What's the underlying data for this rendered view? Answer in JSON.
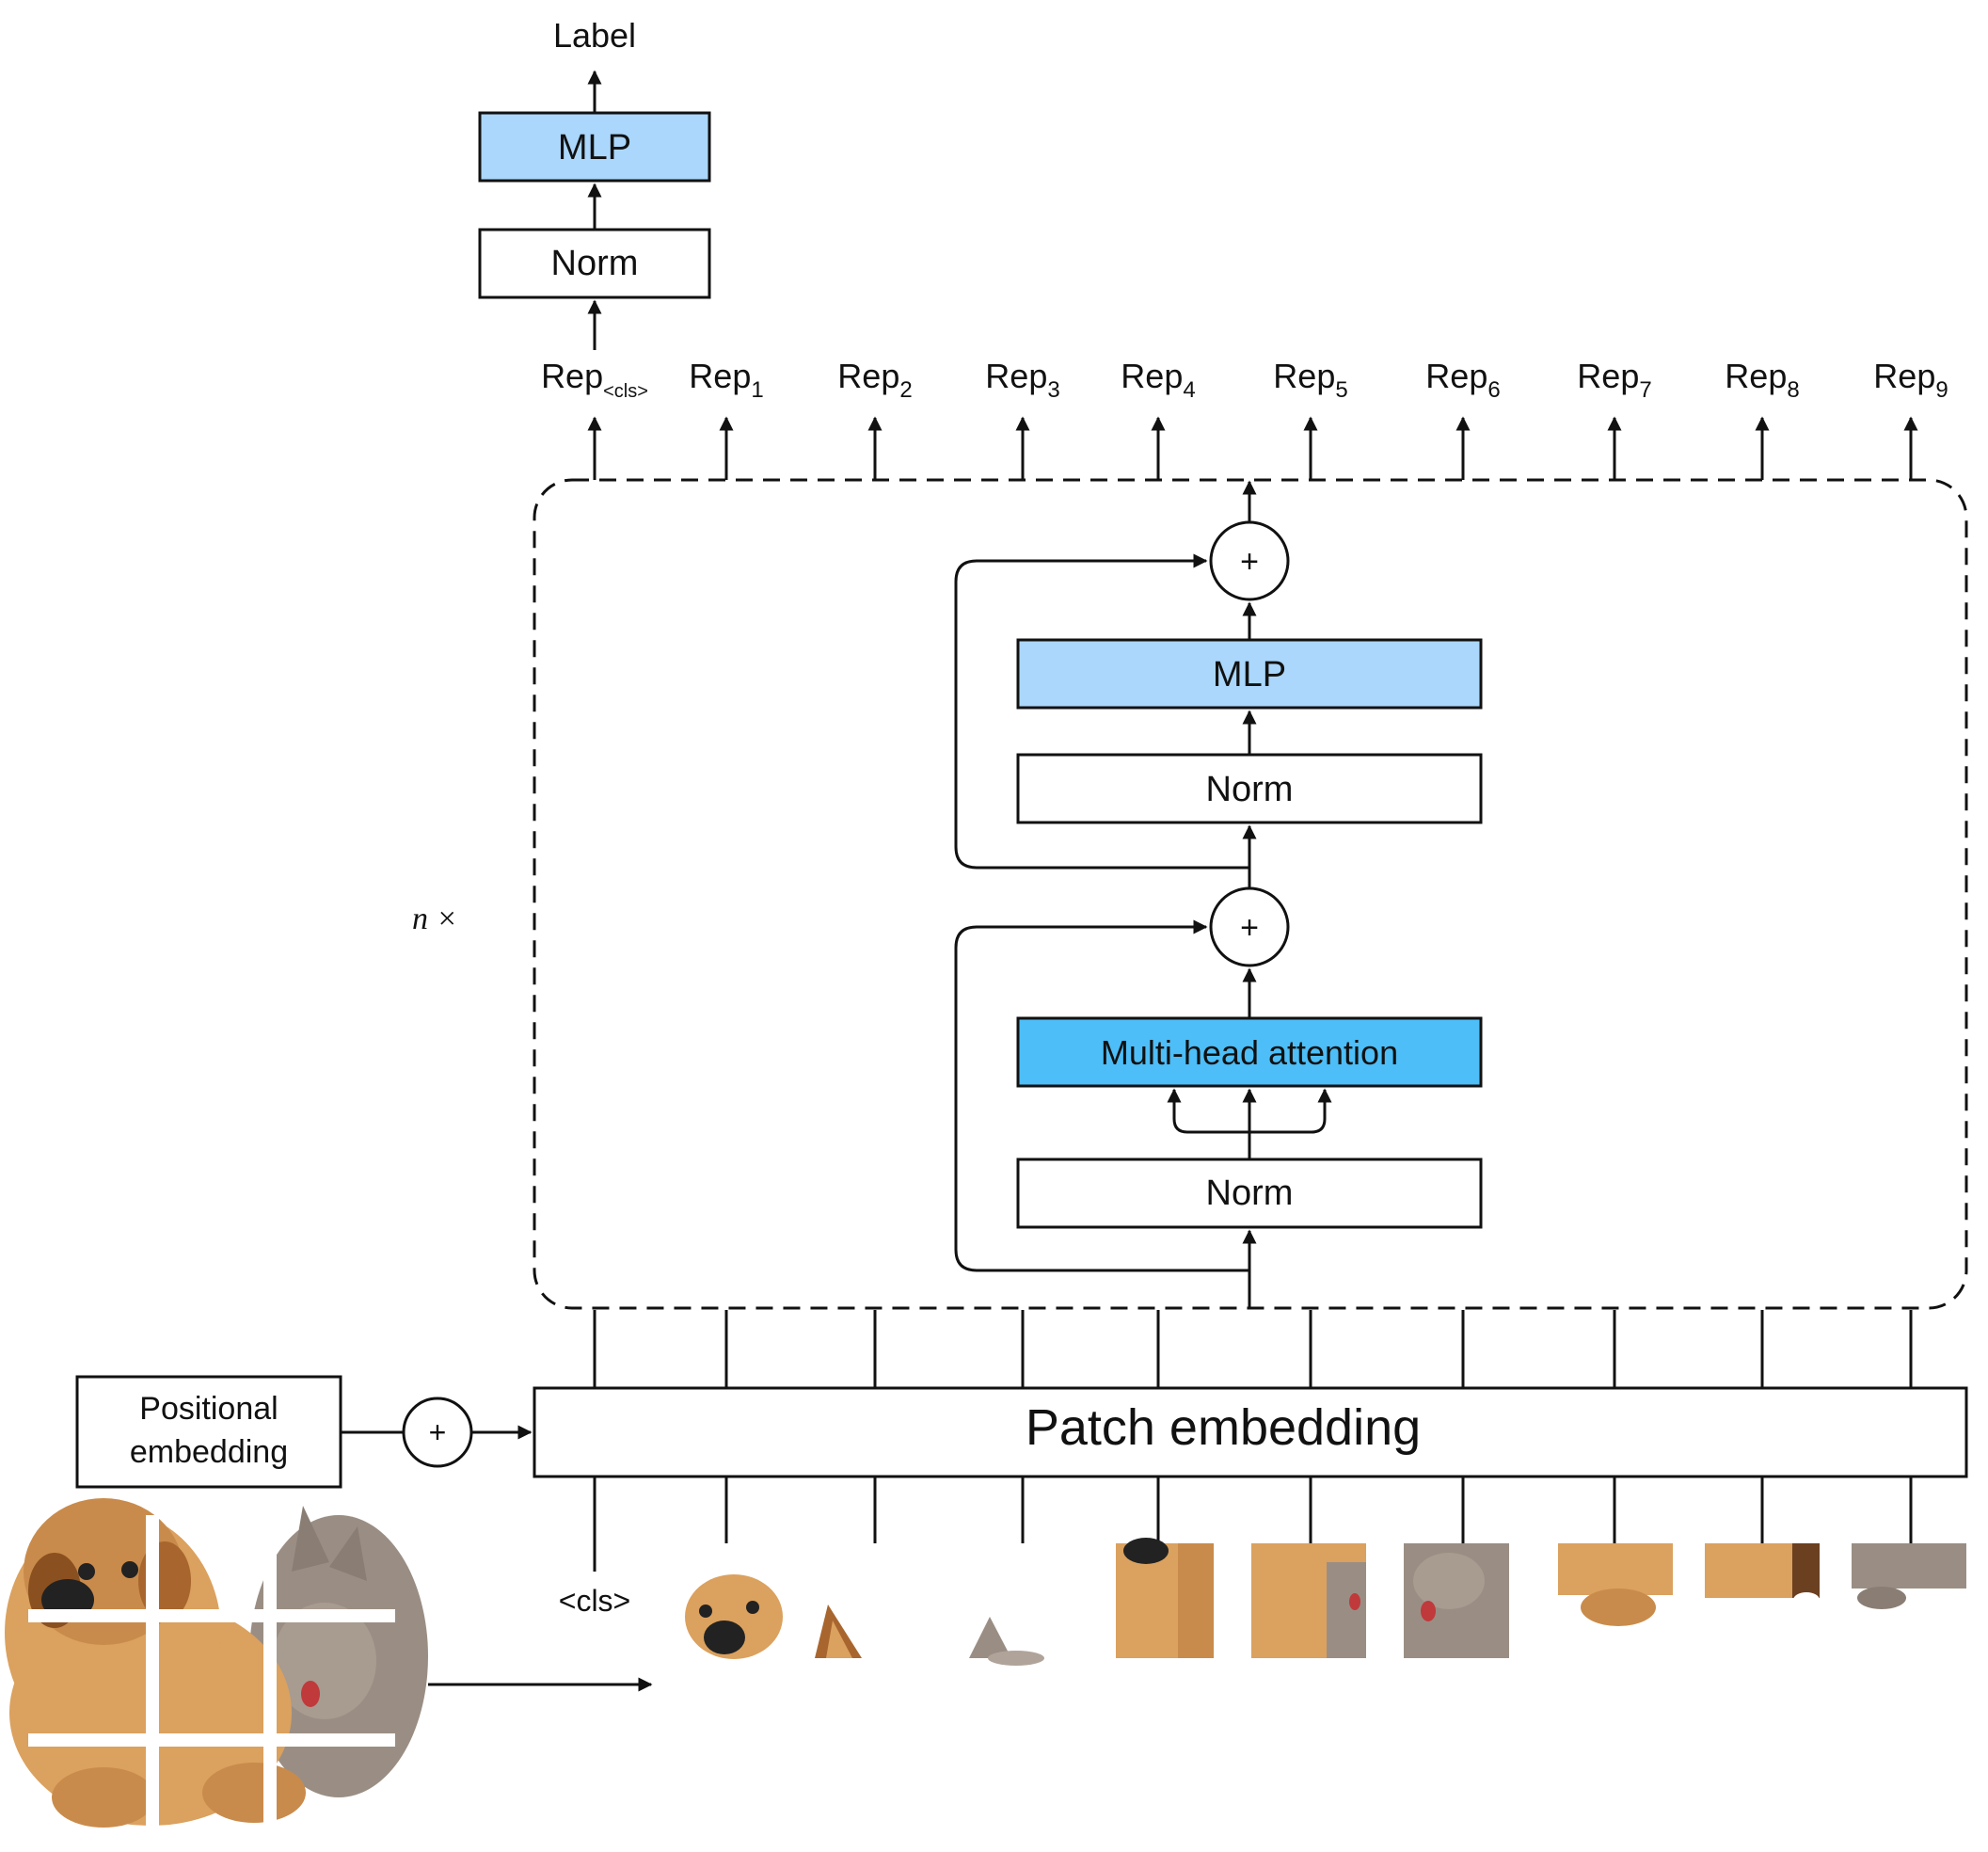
{
  "head": {
    "label": "Label",
    "mlp": "MLP",
    "norm": "Norm"
  },
  "reps": [
    {
      "base": "Rep",
      "sub": "<cls>"
    },
    {
      "base": "Rep",
      "sub": "1"
    },
    {
      "base": "Rep",
      "sub": "2"
    },
    {
      "base": "Rep",
      "sub": "3"
    },
    {
      "base": "Rep",
      "sub": "4"
    },
    {
      "base": "Rep",
      "sub": "5"
    },
    {
      "base": "Rep",
      "sub": "6"
    },
    {
      "base": "Rep",
      "sub": "7"
    },
    {
      "base": "Rep",
      "sub": "8"
    },
    {
      "base": "Rep",
      "sub": "9"
    }
  ],
  "encoder": {
    "repeat": "n ×",
    "mlp": "MLP",
    "norm_top": "Norm",
    "attention": "Multi-head attention",
    "norm_bottom": "Norm",
    "plus": "+"
  },
  "embedding": {
    "positional_line1": "Positional",
    "positional_line2": "embedding",
    "patch": "Patch embedding",
    "cls_token": "<cls>",
    "plus": "+"
  },
  "colors": {
    "mlp": "#aad7fb",
    "attention": "#4dbef7",
    "stroke": "#111111",
    "fur_light": "#dba15e",
    "fur_dark": "#a8662e",
    "cat": "#9a8e84"
  }
}
